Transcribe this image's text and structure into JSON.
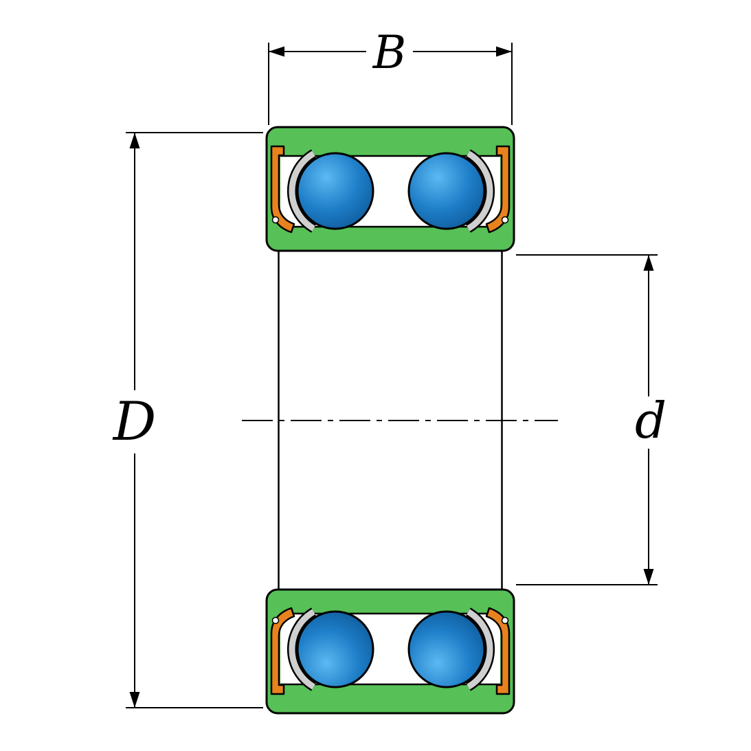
{
  "diagram": {
    "dimension_labels": {
      "width": "B",
      "outer_diameter": "D",
      "bore_diameter": "d"
    },
    "colors": {
      "ring_green": "#57C057",
      "ball_blue": "#1E7EC8",
      "ball_highlight": "#5CB9F2",
      "ball_shadow": "#0E5A99",
      "seal_orange": "#E8821E",
      "cage_gray": "#CFCFCF",
      "outline": "#000000",
      "background": "#FFFFFF"
    }
  }
}
